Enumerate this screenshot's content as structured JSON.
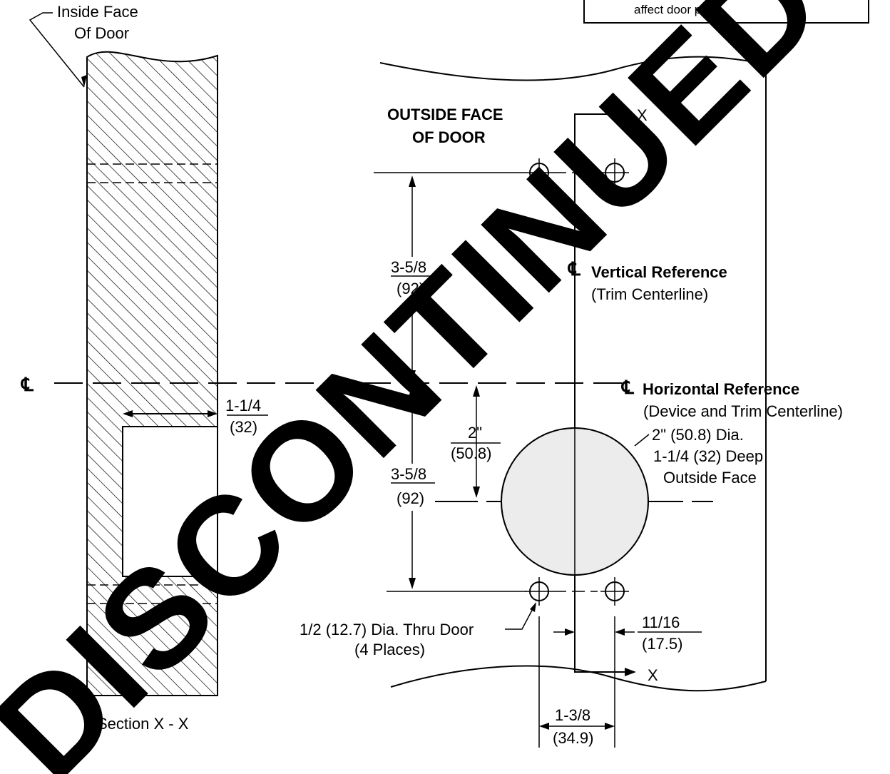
{
  "note_box": {
    "text": "affect door prep."
  },
  "section": {
    "inside_face_line1": "Inside Face",
    "inside_face_line2": "Of Door",
    "caption": "Section X - X",
    "depth_dim": "1-1/4",
    "depth_dim_mm": "(32)",
    "centerline_symbol": "℄"
  },
  "elevation": {
    "outside_face_line1": "OUTSIDE FACE",
    "outside_face_line2": "OF DOOR",
    "section_mark": "X",
    "vertical_ref_symbol": "℄",
    "vertical_ref_title": "Vertical Reference",
    "vertical_ref_sub": "(Trim Centerline)",
    "horizontal_ref_symbol": "℄",
    "horizontal_ref_title": "Horizontal Reference",
    "horizontal_ref_sub": "(Device and Trim Centerline)",
    "upper_dim": "3-5/8",
    "upper_dim_mm": "(92)",
    "lower_dim": "3-5/8",
    "lower_dim_mm": "(92)",
    "center_dim": "2\"",
    "center_dim_mm": "(50.8)",
    "bore_line1": "2\" (50.8) Dia.",
    "bore_line2": "1-1/4 (32) Deep",
    "bore_line3": "Outside Face",
    "holes_line1": "1/2 (12.7) Dia. Thru Door",
    "holes_line2": "(4 Places)",
    "offset_dim": "11/16",
    "offset_dim_mm": "(17.5)",
    "spacing_dim": "1-3/8",
    "spacing_dim_mm": "(34.9)"
  },
  "watermark": {
    "text": "DISCONTINUED",
    "color": "#000000"
  },
  "colors": {
    "bore_fill": "#ececec",
    "line": "#000000"
  }
}
